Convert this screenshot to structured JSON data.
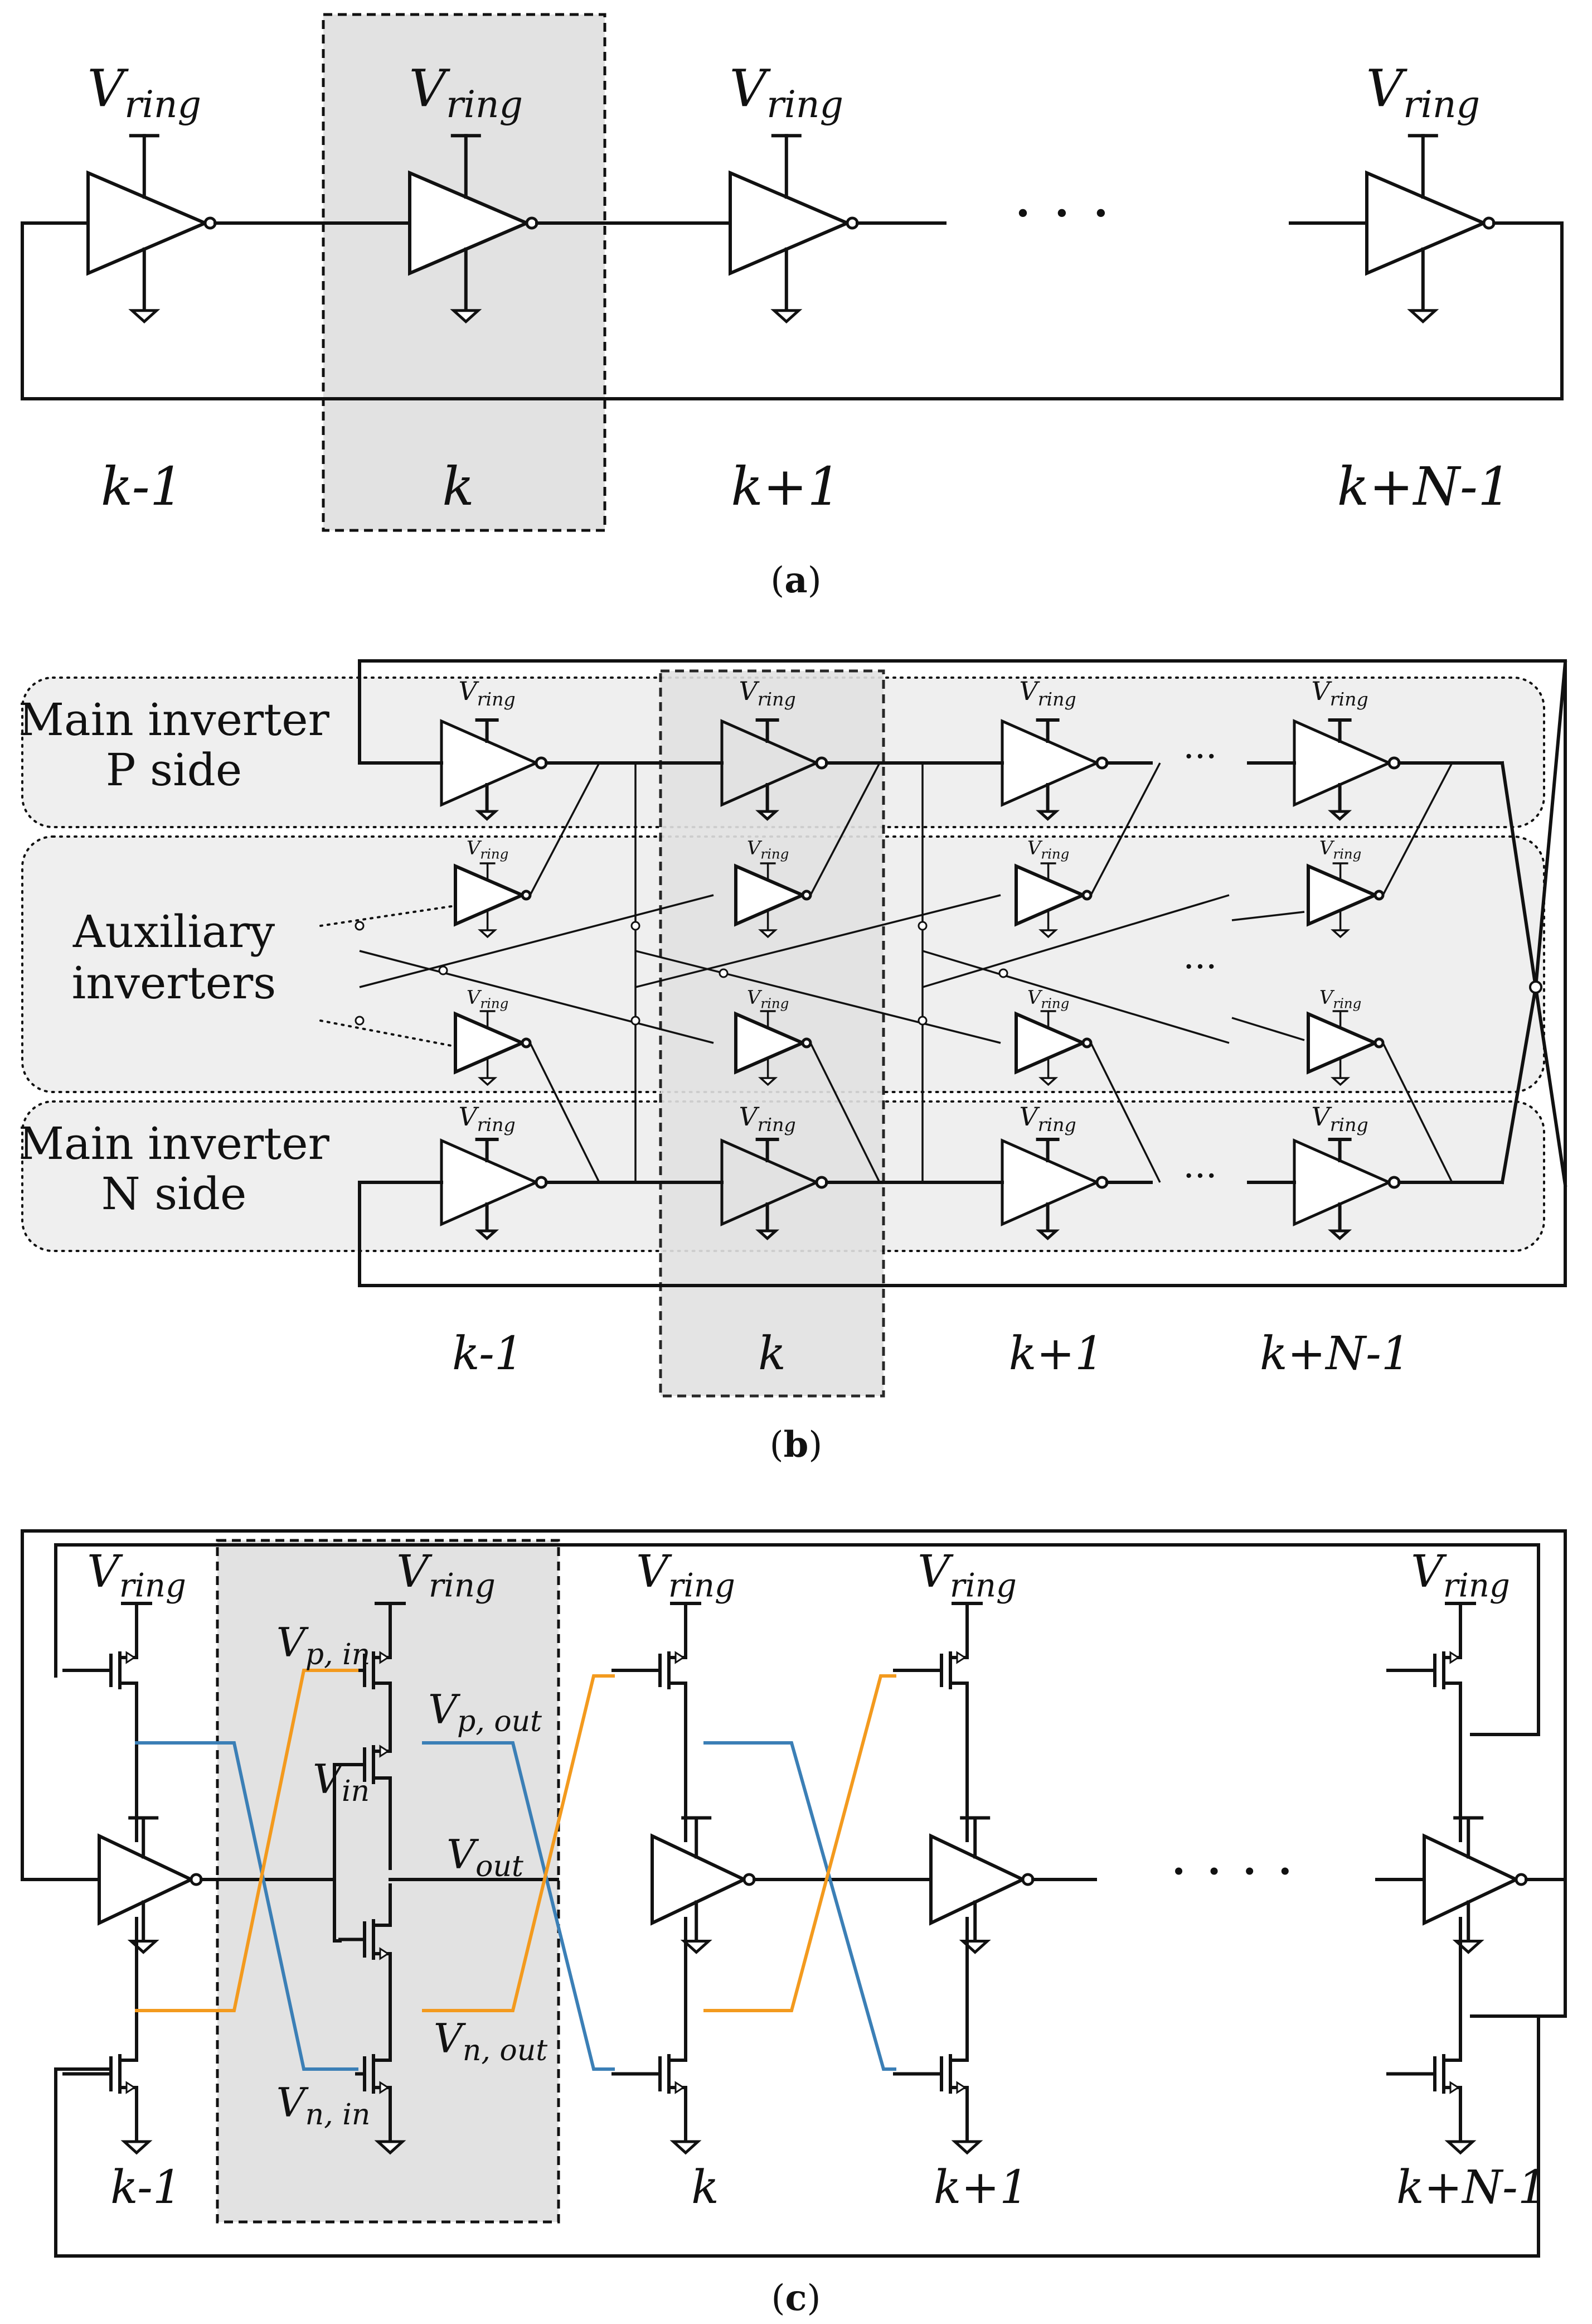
{
  "colors": {
    "highlight": "#e2e2e2",
    "group_fill": "#efefef",
    "line": "#111111",
    "blue": "#3b7fb6",
    "orange": "#f39a1e"
  },
  "supply_base": "V",
  "supply_sub": "ring",
  "panel_a": {
    "caption_letter": "a",
    "stage_labels": [
      "k-1",
      "k",
      "k+1",
      "k+N-1"
    ],
    "ellipsis": "· · ·"
  },
  "panel_b": {
    "caption_letter": "b",
    "group_labels": [
      [
        "Main inverter",
        "P side"
      ],
      [
        "Auxiliary",
        "inverters"
      ],
      [
        "Main inverter",
        "N side"
      ]
    ],
    "stage_labels": [
      "k-1",
      "k",
      "k+1",
      "k+N-1"
    ],
    "ellipsis": "···"
  },
  "panel_c": {
    "caption_letter": "c",
    "stage_labels": [
      "k-1",
      "k",
      "k+1",
      "k+N-1"
    ],
    "ellipsis": "· · · ·",
    "node_labels": {
      "vp_in": [
        "V",
        "p, in"
      ],
      "vp_out": [
        "V",
        "p, out"
      ],
      "v_in": [
        "V",
        "in"
      ],
      "v_out": [
        "V",
        "out"
      ],
      "vn_out": [
        "V",
        "n, out"
      ],
      "vn_in": [
        "V",
        "n, in"
      ]
    }
  }
}
